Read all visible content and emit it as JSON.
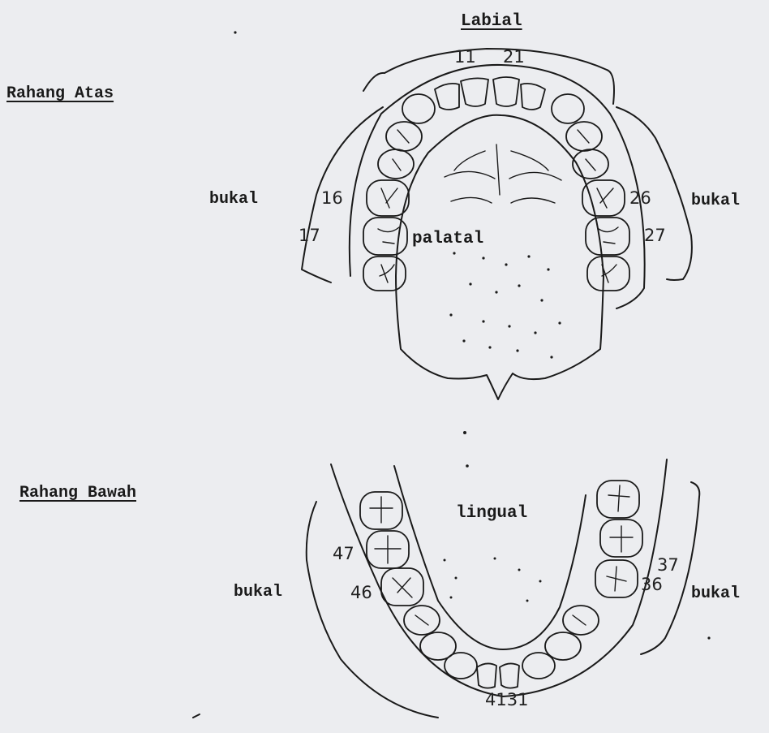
{
  "upper_jaw": {
    "title": "Rahang Atas",
    "labial": "Labial",
    "palatal": "palatal",
    "buccal_left": "bukal",
    "buccal_right": "bukal",
    "teeth_labels": {
      "t11": "11",
      "t21": "21",
      "t16": "16",
      "t17": "17",
      "t26": "26",
      "t27": "27"
    }
  },
  "lower_jaw": {
    "title": "Rahang Bawah",
    "lingual": "lingual",
    "buccal_left": "bukal",
    "buccal_right": "bukal",
    "teeth_labels": {
      "t47": "47",
      "t46": "46",
      "t37": "37",
      "t36": "36",
      "t41_31": "4131"
    }
  },
  "colors": {
    "background": "#ecedf0",
    "ink": "#1a1a1a"
  }
}
